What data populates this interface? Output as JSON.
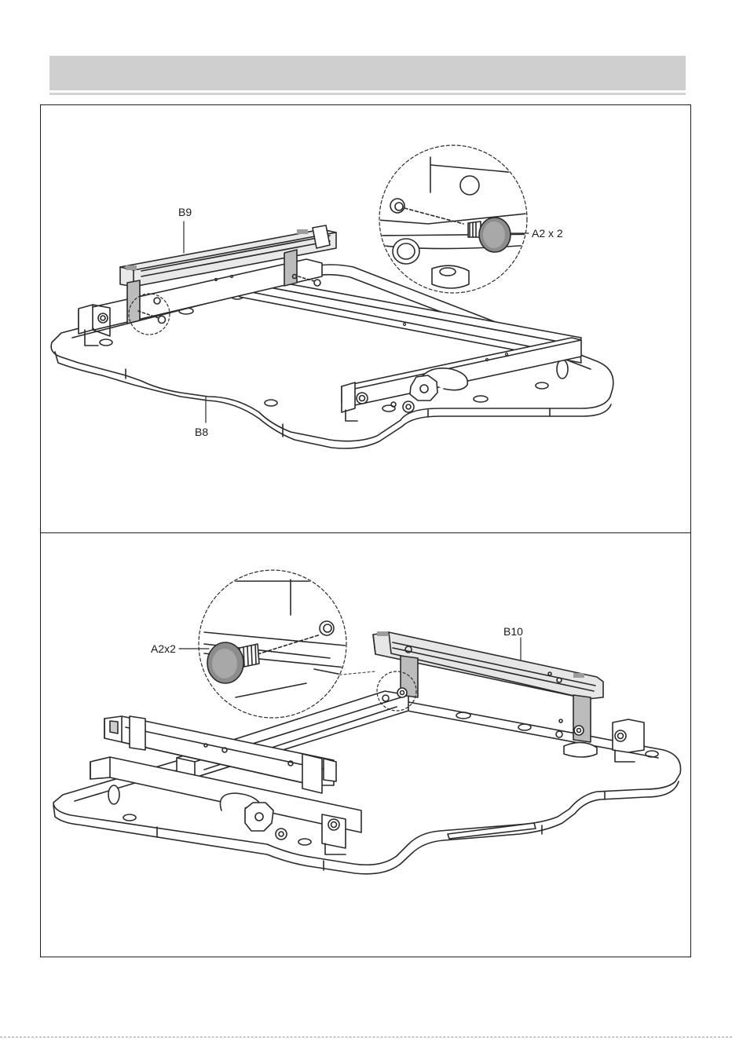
{
  "step1": {
    "labels": {
      "rail": "B9",
      "base": "B8",
      "fastener": "A2 x 2"
    }
  },
  "step2": {
    "labels": {
      "rail": "B10",
      "fastener": "A2x2"
    }
  }
}
